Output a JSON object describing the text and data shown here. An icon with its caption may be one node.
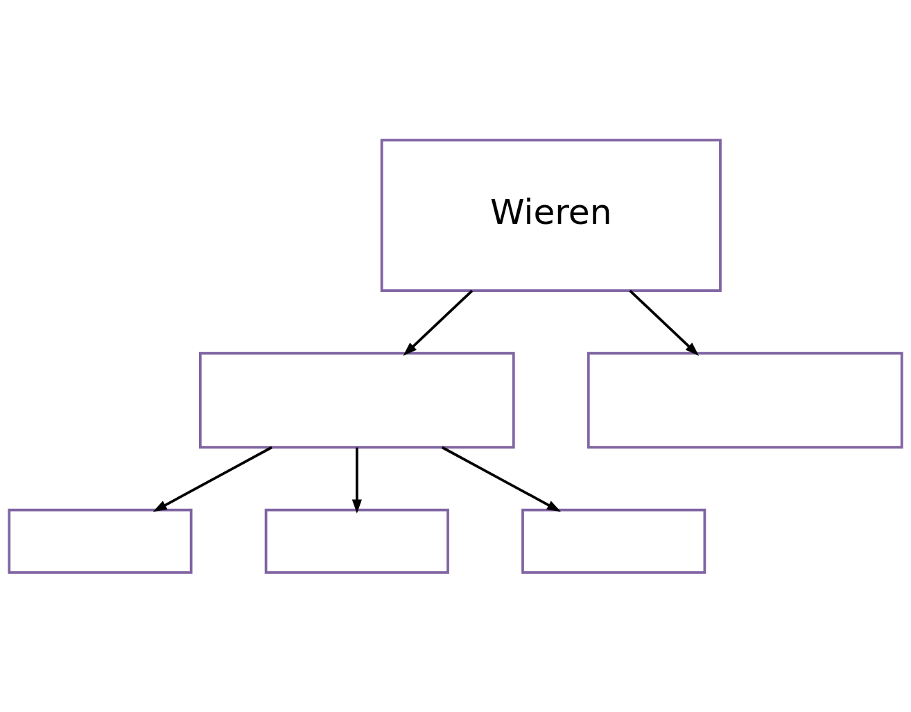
{
  "diagram": {
    "nodes": [
      {
        "text": [
          "Wieren"
        ]
      },
      {
        "text": [],
        "shape": "box"
      },
      {
        "text": [],
        "shape": "box"
      },
      {
        "text": [],
        "shape": "box"
      },
      {
        "text": [],
        "shape": "box"
      },
      {
        "text": [],
        "shape": "box"
      }
    ],
    "edges": [
      {
        "from": 0,
        "to": 1,
        "arrow": "to"
      },
      {
        "from": 0,
        "to": 2,
        "arrow": "to"
      },
      {
        "from": 1,
        "to": 3,
        "arrow": "to"
      },
      {
        "from": 1,
        "to": 4,
        "arrow": "to"
      },
      {
        "from": 1,
        "to": 5,
        "arrow": "to"
      }
    ]
  }
}
